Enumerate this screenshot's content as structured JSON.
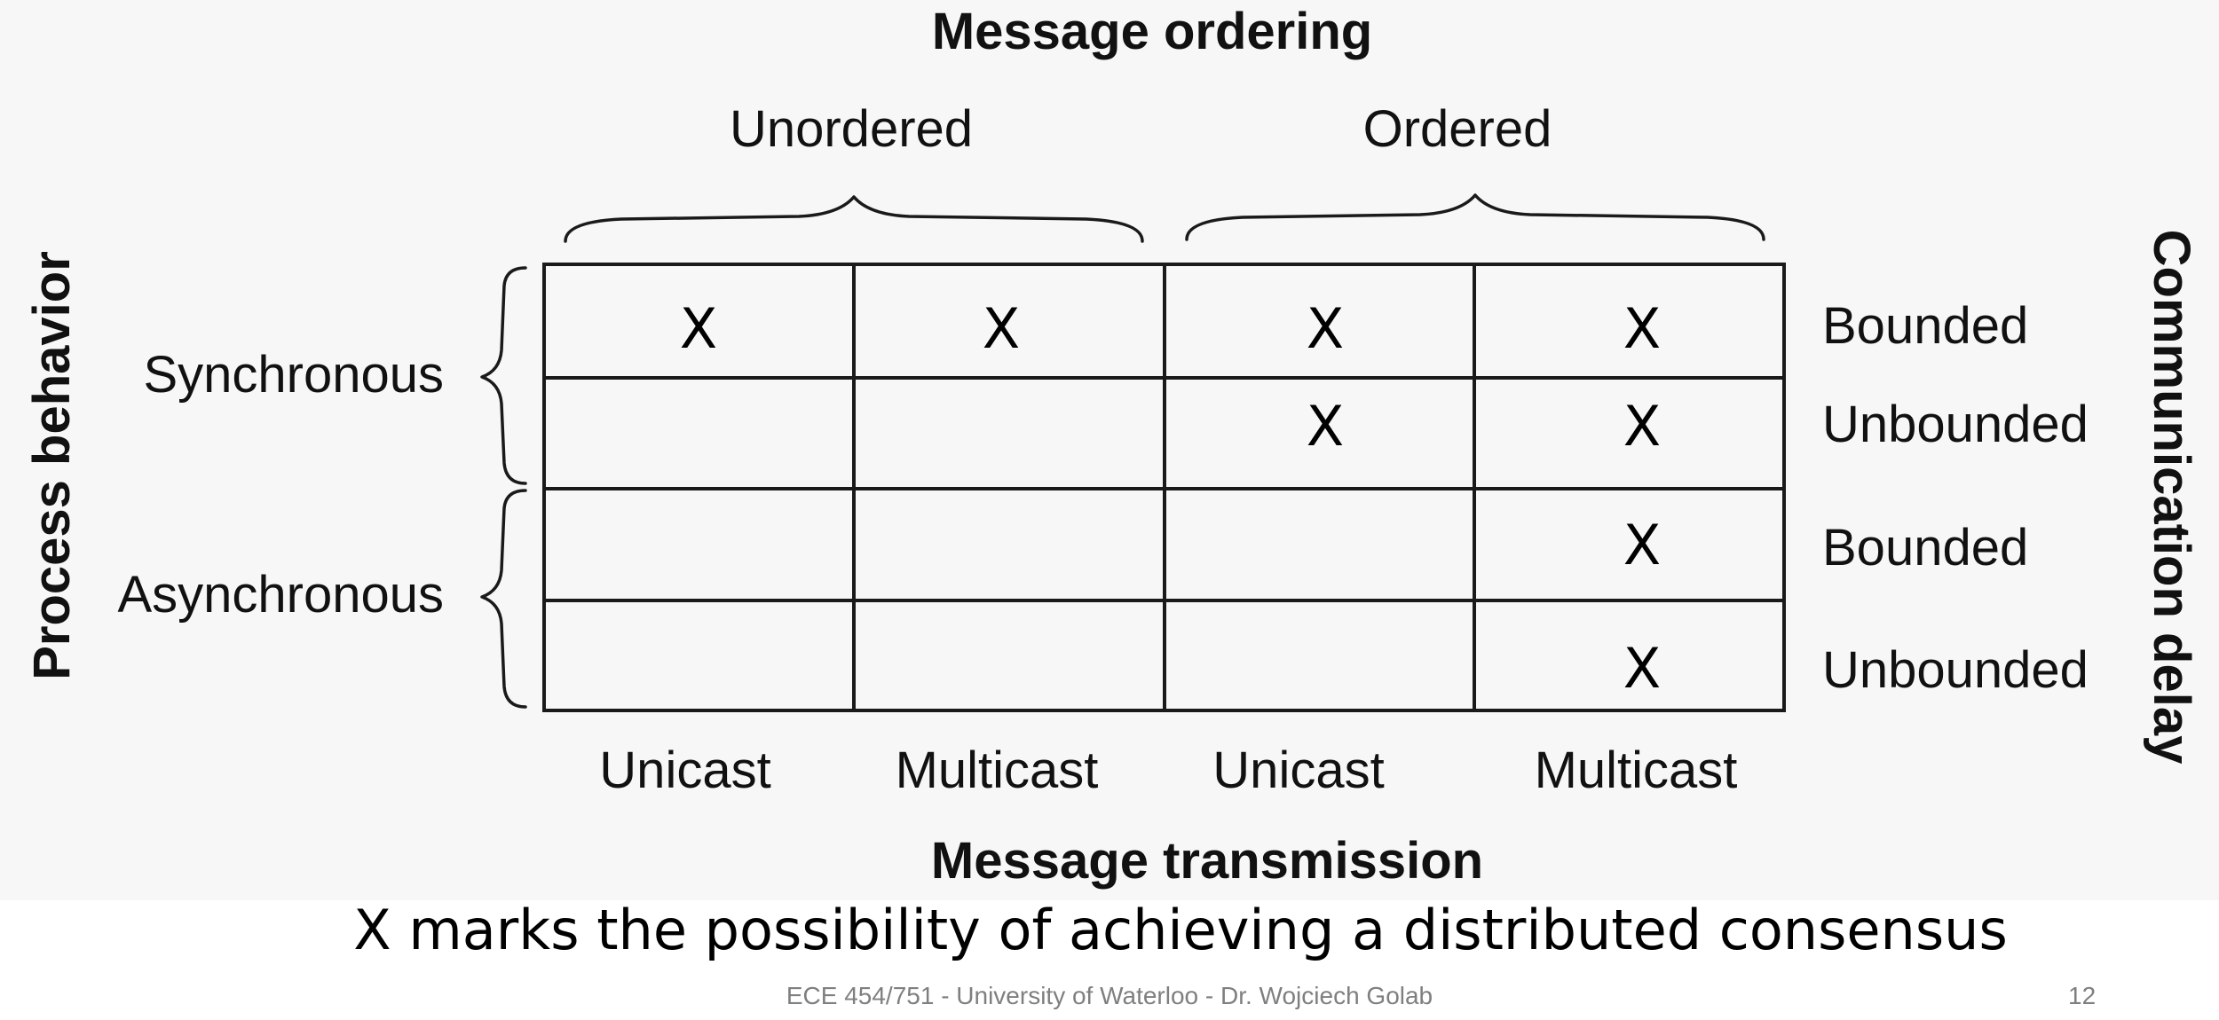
{
  "diagram": {
    "top_title": "Message ordering",
    "bottom_title": "Message transmission",
    "left_title": "Process behavior",
    "right_title": "Communication delay",
    "ordering_groups": [
      "Unordered",
      "Ordered"
    ],
    "transmission_columns": [
      "Unicast",
      "Multicast",
      "Unicast",
      "Multicast"
    ],
    "behavior_groups": [
      "Synchronous",
      "Asynchronous"
    ],
    "delay_rows": [
      "Bounded",
      "Unbounded",
      "Bounded",
      "Unbounded"
    ],
    "mark_symbol": "X",
    "marks": [
      [
        true,
        true,
        true,
        true
      ],
      [
        false,
        false,
        true,
        true
      ],
      [
        false,
        false,
        false,
        true
      ],
      [
        false,
        false,
        false,
        true
      ]
    ]
  },
  "caption": "X marks the possibility of achieving a distributed consensus",
  "footer": {
    "text": "ECE 454/751 - University of Waterloo - Dr. Wojciech Golab",
    "page_number": "12"
  }
}
